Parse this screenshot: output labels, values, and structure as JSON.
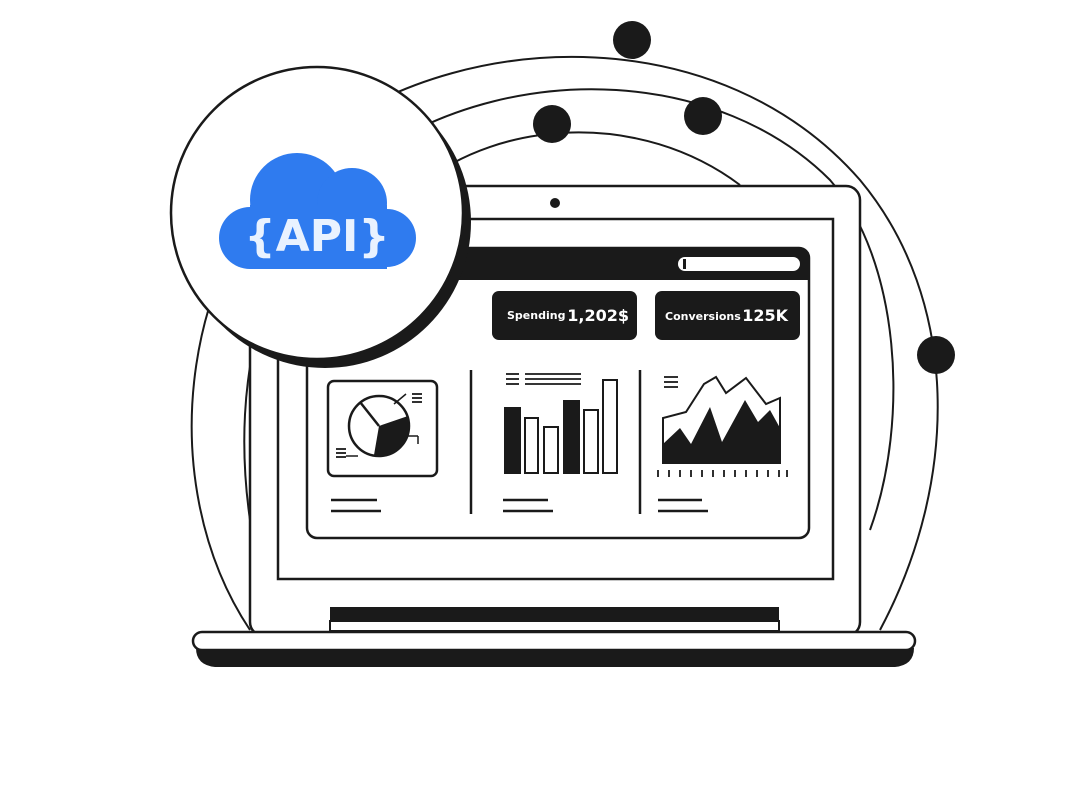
{
  "badge": {
    "label": "{API}",
    "cloud_color": "#2F7BEF",
    "text_color": "#E9F2FF"
  },
  "cards": [
    {
      "label": "Spending",
      "value": "1,202$"
    },
    {
      "label": "Conversions",
      "value": "125K"
    }
  ],
  "colors": {
    "ink": "#1A1A1A",
    "paper": "#FFFFFF"
  },
  "icons": {
    "pie": "pie-chart-icon",
    "bar": "bar-chart-icon",
    "area": "area-chart-icon"
  }
}
